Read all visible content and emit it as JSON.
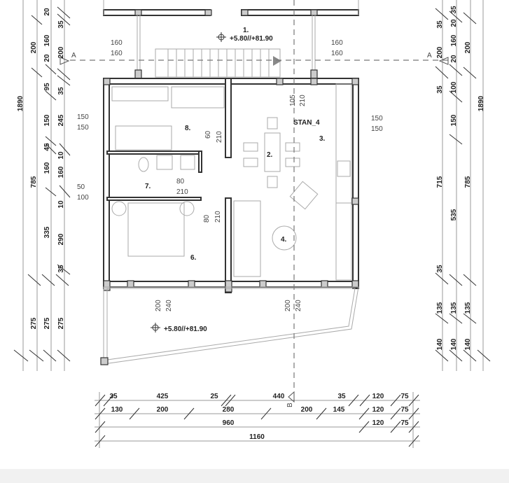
{
  "plan": {
    "unit_name": "STAN_4",
    "rooms": [
      "1.",
      "2.",
      "3.",
      "4.",
      "6.",
      "7.",
      "8."
    ],
    "level_labels": [
      "+5.80//+81.90",
      "+5.80//+81.90"
    ],
    "section_markers": [
      "A",
      "A",
      "B"
    ],
    "openings": {
      "stair_left": [
        "160",
        "160"
      ],
      "stair_right": [
        "160",
        "160"
      ],
      "entry_door": [
        "105",
        "210"
      ],
      "win_left_top": [
        "150",
        "150"
      ],
      "win_right": [
        "150",
        "150"
      ],
      "win_left_bath": [
        "50",
        "100"
      ],
      "door_8": [
        "60",
        "210"
      ],
      "door_7": [
        "80",
        "210"
      ],
      "door_6": [
        "80",
        "210"
      ],
      "balcony_door_left": [
        "200",
        "240"
      ],
      "balcony_door_right": [
        "200",
        "240"
      ]
    }
  },
  "dimensions": {
    "left_total": "1890",
    "left_col1": [
      "200",
      "785",
      "275"
    ],
    "left_col2": [
      "20",
      "160",
      "20",
      "95",
      "150",
      "45",
      "160",
      "335",
      "275"
    ],
    "left_col3": [
      "35",
      "200",
      "35",
      "245",
      "10",
      "160",
      "10",
      "290",
      "35",
      "275"
    ],
    "right_col1": [
      "35",
      "200",
      "35",
      "715",
      "35",
      "135",
      "140"
    ],
    "right_col2": [
      "35",
      "20",
      "160",
      "20",
      "100",
      "150",
      "535",
      "135",
      "140"
    ],
    "right_col3": [
      "200",
      "785",
      "135",
      "140"
    ],
    "right_total": "1890",
    "bottom_row1": [
      "35",
      "425",
      "25",
      "440",
      "35",
      "120",
      "75"
    ],
    "bottom_row2": [
      "130",
      "200",
      "280",
      "200",
      "145",
      "120",
      "75"
    ],
    "bottom_row3": [
      "960",
      "120",
      "75"
    ],
    "bottom_row4": "1160"
  }
}
